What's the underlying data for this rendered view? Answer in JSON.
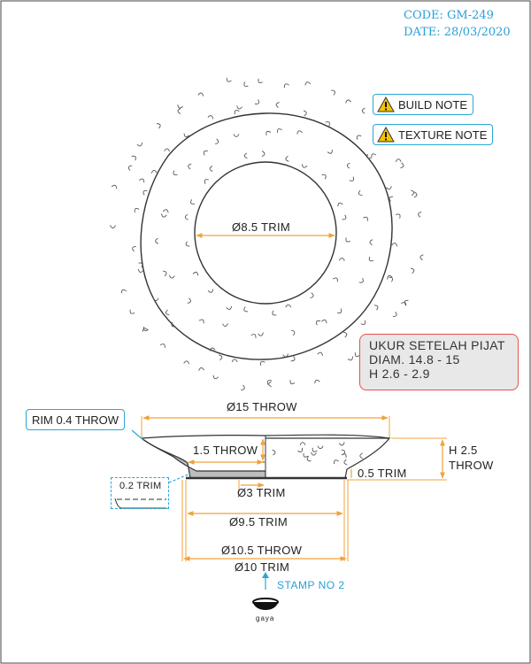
{
  "header": {
    "code": "CODE: GM-249",
    "date": "DATE: 28/03/2020"
  },
  "notes": {
    "build": "BUILD NOTE",
    "texture": "TEXTURE NOTE"
  },
  "spec": {
    "line1": "UKUR SETELAH PIJAT",
    "line2": "DIAM. 14.8 - 15",
    "line3": "H 2.6 - 2.9"
  },
  "top_view": {
    "inner_diameter": "Ø8.5 TRIM"
  },
  "section": {
    "rim": "RIM 0.4 THROW",
    "overall_diameter": "Ø15 THROW",
    "wall": "1.5 THROW",
    "height_a": "H 2.5",
    "height_b": "THROW",
    "foot": "0.5 TRIM",
    "detail": "0.2 TRIM",
    "foot_inner": "Ø3 TRIM",
    "foot_base": "Ø9.5 TRIM",
    "base_throw": "Ø10.5 THROW",
    "base_trim": "Ø10 TRIM"
  },
  "stamp": {
    "label": "STAMP NO 2",
    "logo_text": "gaya"
  },
  "colors": {
    "dimension": "#f0a23b",
    "accent": "#2aa7d8",
    "spec_border": "#e35151"
  }
}
